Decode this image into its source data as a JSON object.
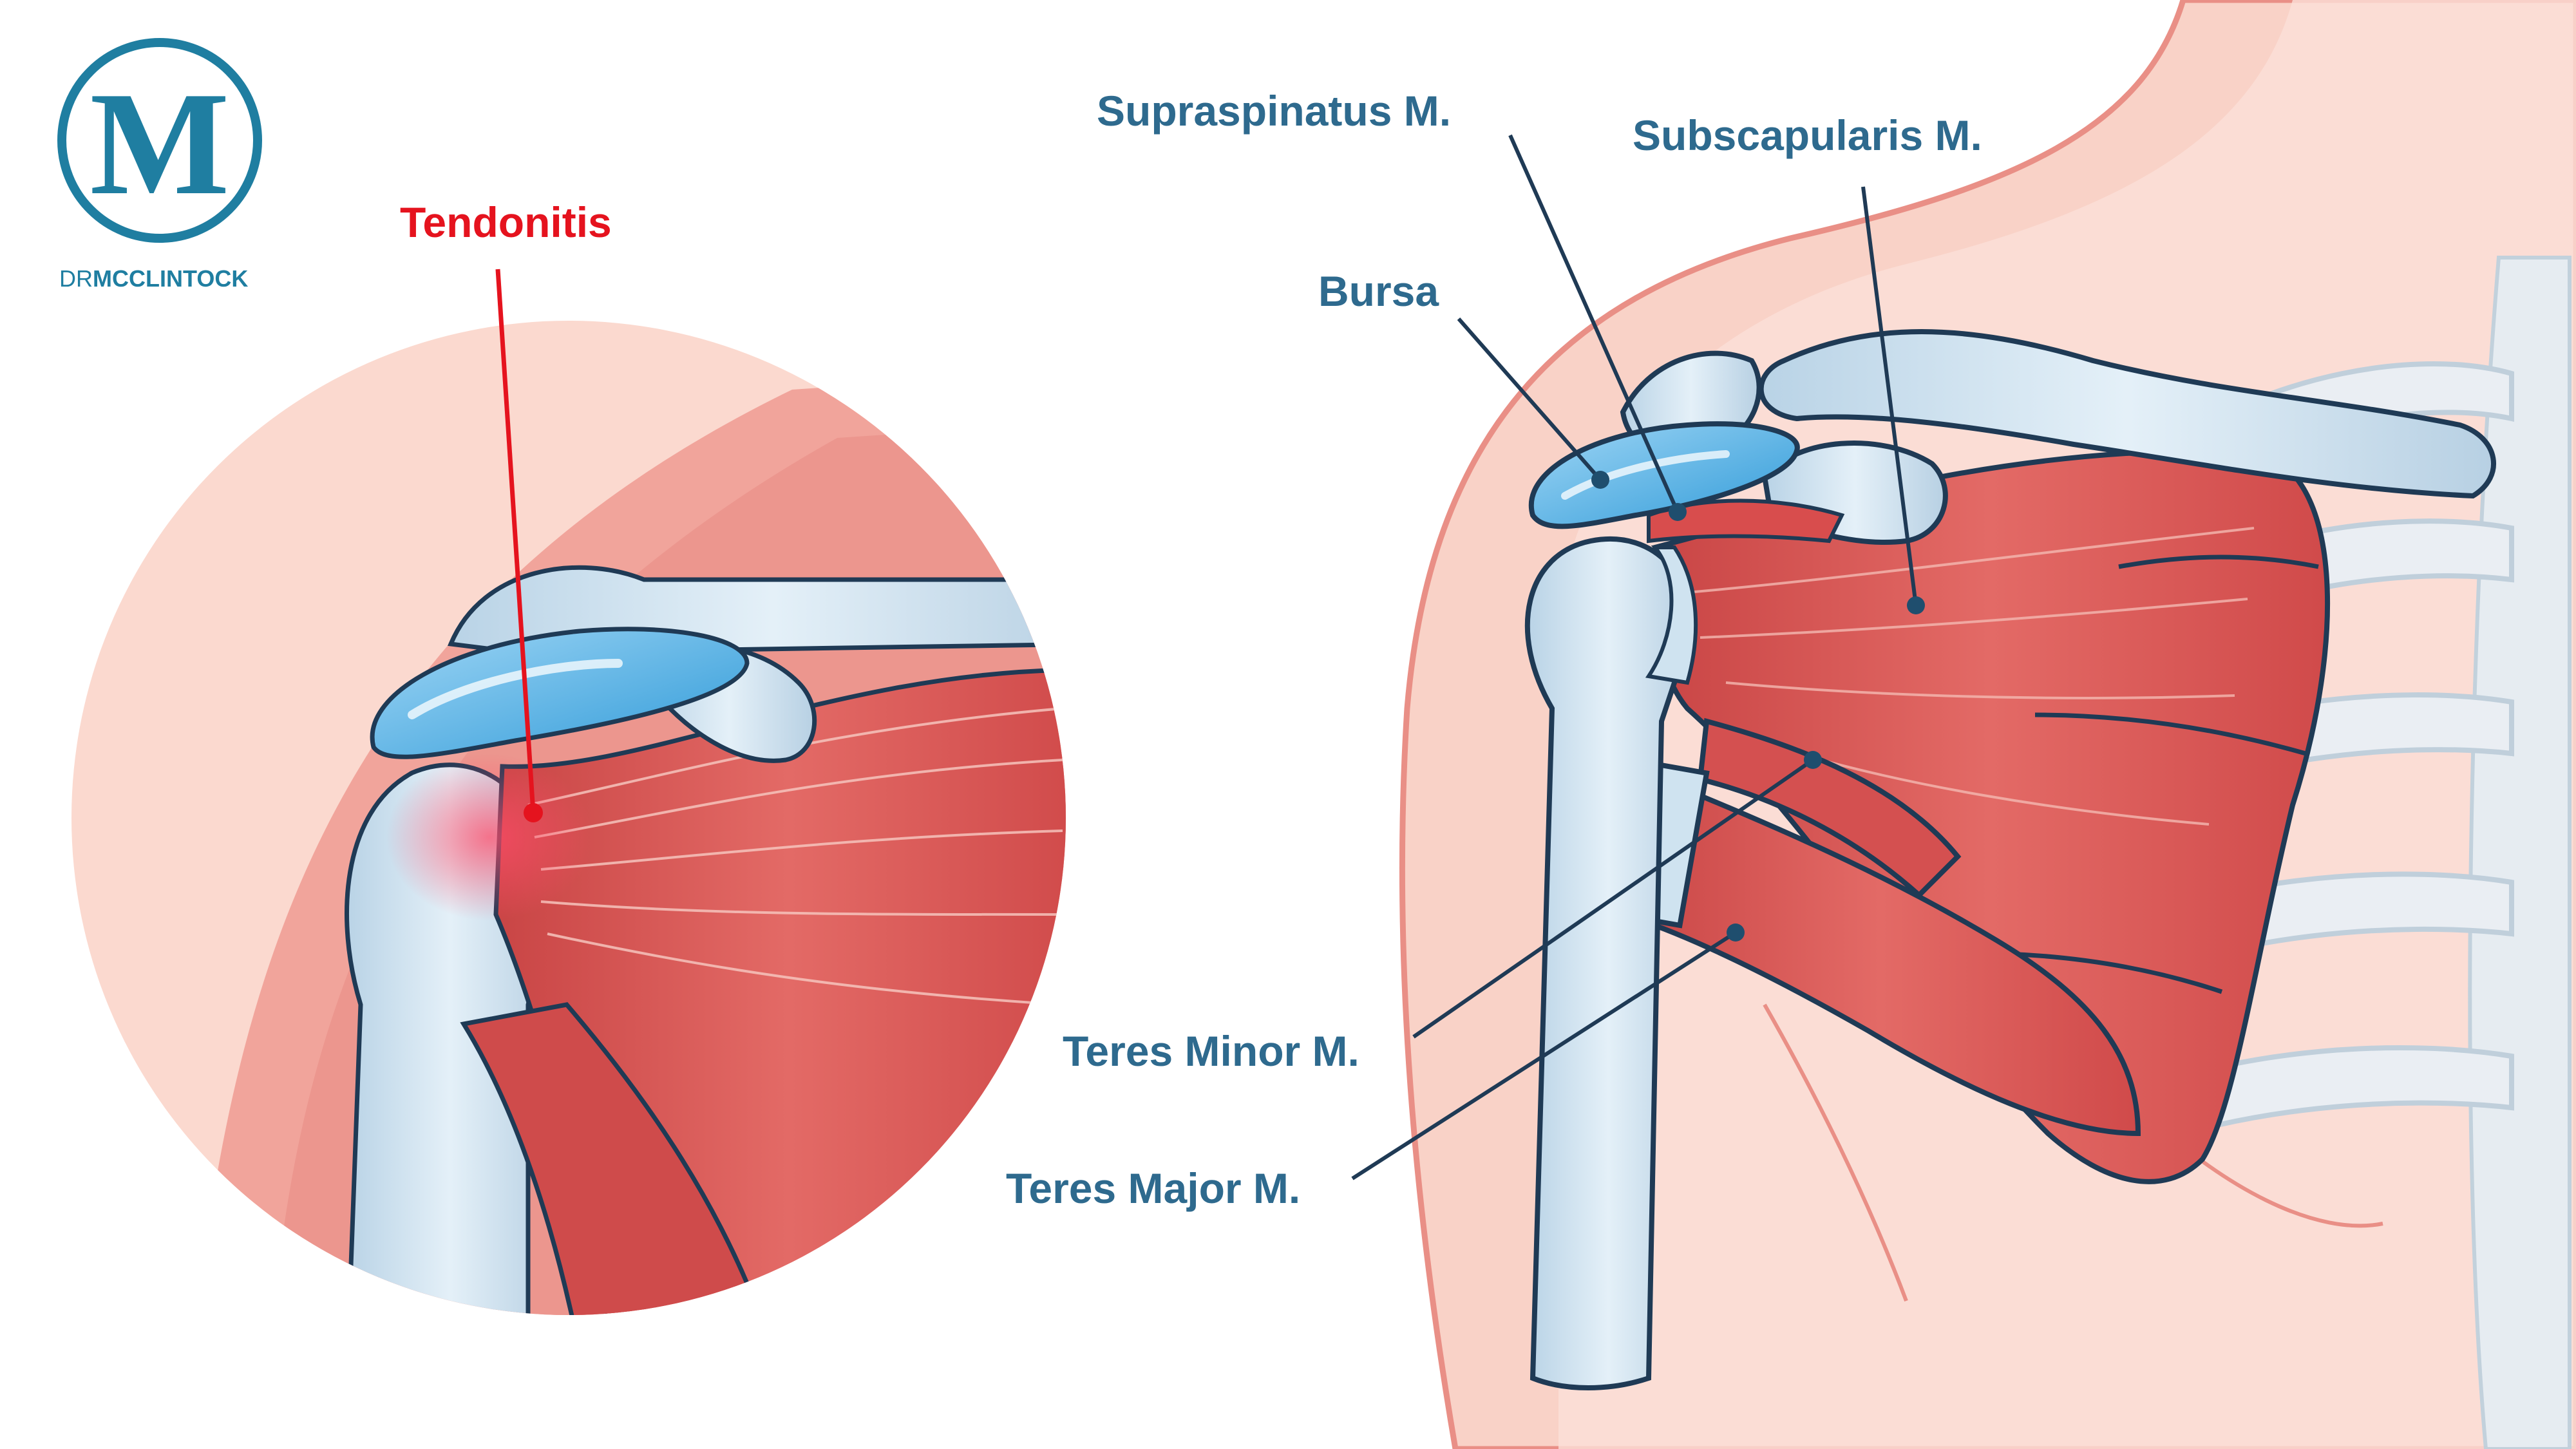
{
  "brand": {
    "logo_letter": "M",
    "logo_text_prefix": "DR",
    "logo_text_name": "MCCLINTOCK"
  },
  "callout": {
    "condition": "Tendonitis"
  },
  "labels": {
    "supraspinatus": "Supraspinatus M.",
    "subscapularis": "Subscapularis M.",
    "bursa": "Bursa",
    "teres_minor": "Teres Minor M.",
    "teres_major": "Teres Major M."
  },
  "colors": {
    "label_blue": "#2e6a8e",
    "tendonitis_red": "#e5131e",
    "muscle_red": "#d94d4d",
    "bone_blue": "#cfe3f0",
    "bursa_blue": "#3fa9e0",
    "skin": "#f7c8bd",
    "outline": "#1f3a55"
  }
}
